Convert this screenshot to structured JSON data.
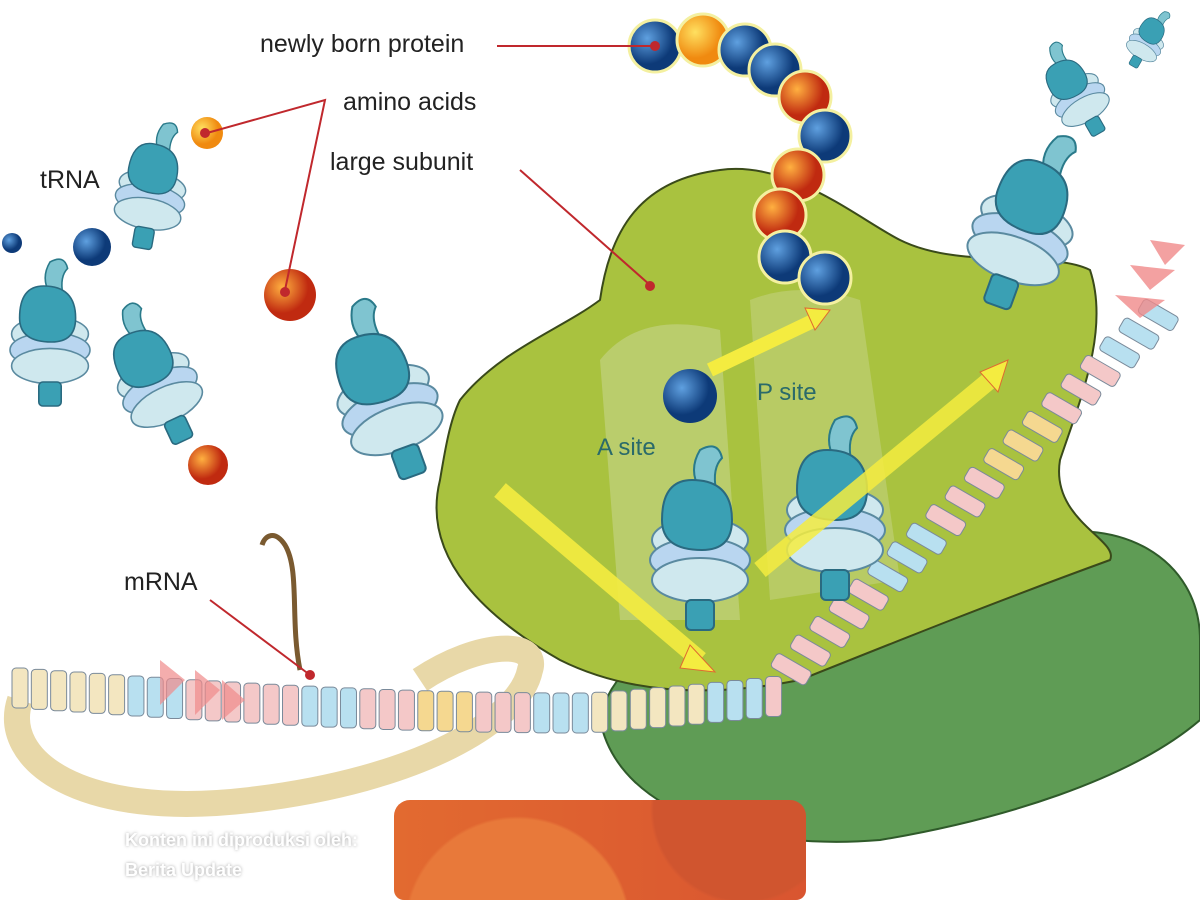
{
  "labels": {
    "newly_born_protein": "newly born protein",
    "amino_acids": "amino acids",
    "large_subunit": "large subunit",
    "trna": "tRNA",
    "mrna": "mRNA",
    "a_site": "A site",
    "p_site": "P site"
  },
  "credit": {
    "line1": "Konten ini diproduksi oleh:",
    "line2": "Berita Update"
  },
  "colors": {
    "large_subunit": "#a9c23f",
    "small_subunit": "#5f9c55",
    "trna": "#3aa0b4",
    "pointer": "#c0282d",
    "bead_blue": "#1a5aa0",
    "bead_orange": "#e0501a"
  }
}
